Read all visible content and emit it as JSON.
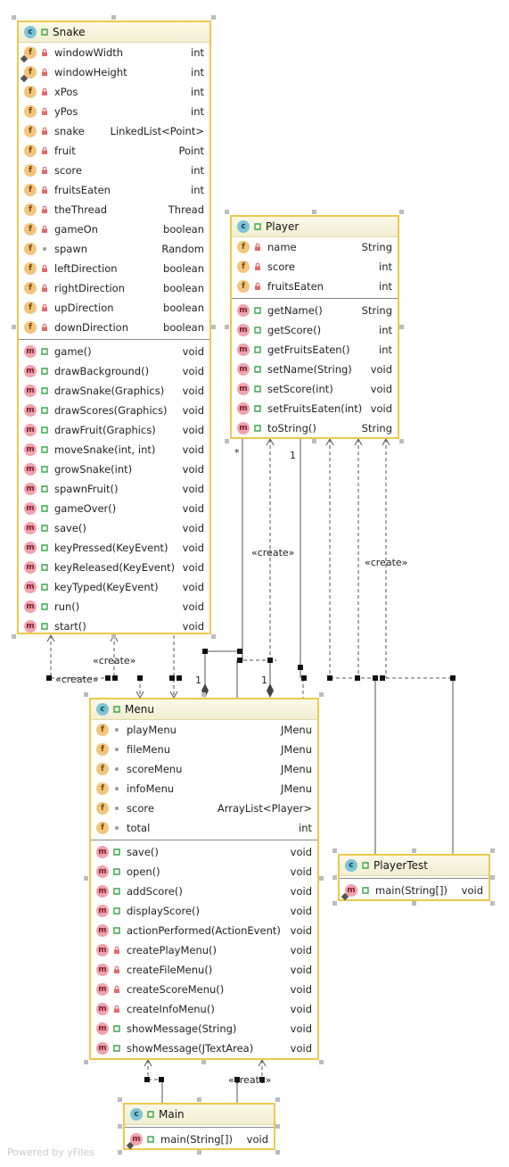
{
  "footer": "Powered by yFiles",
  "stereotype": "«create»",
  "mult": {
    "star": "*",
    "one": "1"
  },
  "snake": {
    "title": "Snake",
    "fields": [
      {
        "name": "windowWidth",
        "type": "int",
        "vis": "lock",
        "static": true
      },
      {
        "name": "windowHeight",
        "type": "int",
        "vis": "lock",
        "static": true
      },
      {
        "name": "xPos",
        "type": "int",
        "vis": "lock"
      },
      {
        "name": "yPos",
        "type": "int",
        "vis": "lock"
      },
      {
        "name": "snake",
        "type": "LinkedList<Point>",
        "vis": "lock"
      },
      {
        "name": "fruit",
        "type": "Point",
        "vis": "lock"
      },
      {
        "name": "score",
        "type": "int",
        "vis": "lock"
      },
      {
        "name": "fruitsEaten",
        "type": "int",
        "vis": "lock"
      },
      {
        "name": "theThread",
        "type": "Thread",
        "vis": "lock"
      },
      {
        "name": "gameOn",
        "type": "boolean",
        "vis": "lock"
      },
      {
        "name": "spawn",
        "type": "Random",
        "vis": "package"
      },
      {
        "name": "leftDirection",
        "type": "boolean",
        "vis": "lock"
      },
      {
        "name": "rightDirection",
        "type": "boolean",
        "vis": "lock"
      },
      {
        "name": "upDirection",
        "type": "boolean",
        "vis": "lock"
      },
      {
        "name": "downDirection",
        "type": "boolean",
        "vis": "lock"
      }
    ],
    "methods": [
      {
        "name": "game()",
        "type": "void",
        "vis": "public"
      },
      {
        "name": "drawBackground()",
        "type": "void",
        "vis": "public"
      },
      {
        "name": "drawSnake(Graphics)",
        "type": "void",
        "vis": "public"
      },
      {
        "name": "drawScores(Graphics)",
        "type": "void",
        "vis": "public"
      },
      {
        "name": "drawFruit(Graphics)",
        "type": "void",
        "vis": "public"
      },
      {
        "name": "moveSnake(int, int)",
        "type": "void",
        "vis": "public"
      },
      {
        "name": "growSnake(int)",
        "type": "void",
        "vis": "public"
      },
      {
        "name": "spawnFruit()",
        "type": "void",
        "vis": "public"
      },
      {
        "name": "gameOver()",
        "type": "void",
        "vis": "public"
      },
      {
        "name": "save()",
        "type": "void",
        "vis": "public"
      },
      {
        "name": "keyPressed(KeyEvent)",
        "type": "void",
        "vis": "public"
      },
      {
        "name": "keyReleased(KeyEvent)",
        "type": "void",
        "vis": "public"
      },
      {
        "name": "keyTyped(KeyEvent)",
        "type": "void",
        "vis": "public"
      },
      {
        "name": "run()",
        "type": "void",
        "vis": "public"
      },
      {
        "name": "start()",
        "type": "void",
        "vis": "public"
      }
    ]
  },
  "player": {
    "title": "Player",
    "fields": [
      {
        "name": "name",
        "type": "String",
        "vis": "lock"
      },
      {
        "name": "score",
        "type": "int",
        "vis": "lock"
      },
      {
        "name": "fruitsEaten",
        "type": "int",
        "vis": "lock"
      }
    ],
    "methods": [
      {
        "name": "getName()",
        "type": "String",
        "vis": "public"
      },
      {
        "name": "getScore()",
        "type": "int",
        "vis": "public"
      },
      {
        "name": "getFruitsEaten()",
        "type": "int",
        "vis": "public"
      },
      {
        "name": "setName(String)",
        "type": "void",
        "vis": "public"
      },
      {
        "name": "setScore(int)",
        "type": "void",
        "vis": "public"
      },
      {
        "name": "setFruitsEaten(int)",
        "type": "void",
        "vis": "public"
      },
      {
        "name": "toString()",
        "type": "String",
        "vis": "public"
      }
    ]
  },
  "menu": {
    "title": "Menu",
    "fields": [
      {
        "name": "playMenu",
        "type": "JMenu",
        "vis": "package"
      },
      {
        "name": "fileMenu",
        "type": "JMenu",
        "vis": "package"
      },
      {
        "name": "scoreMenu",
        "type": "JMenu",
        "vis": "package"
      },
      {
        "name": "infoMenu",
        "type": "JMenu",
        "vis": "package"
      },
      {
        "name": "score",
        "type": "ArrayList<Player>",
        "vis": "package"
      },
      {
        "name": "total",
        "type": "int",
        "vis": "package"
      }
    ],
    "methods": [
      {
        "name": "save()",
        "type": "void",
        "vis": "public"
      },
      {
        "name": "open()",
        "type": "void",
        "vis": "public"
      },
      {
        "name": "addScore()",
        "type": "void",
        "vis": "public"
      },
      {
        "name": "displayScore()",
        "type": "void",
        "vis": "public"
      },
      {
        "name": "actionPerformed(ActionEvent)",
        "type": "void",
        "vis": "public"
      },
      {
        "name": "createPlayMenu()",
        "type": "void",
        "vis": "lock"
      },
      {
        "name": "createFileMenu()",
        "type": "void",
        "vis": "lock"
      },
      {
        "name": "createScoreMenu()",
        "type": "void",
        "vis": "lock"
      },
      {
        "name": "createInfoMenu()",
        "type": "void",
        "vis": "lock"
      },
      {
        "name": "showMessage(String)",
        "type": "void",
        "vis": "public"
      },
      {
        "name": "showMessage(JTextArea)",
        "type": "void",
        "vis": "public"
      }
    ]
  },
  "playertest": {
    "title": "PlayerTest",
    "methods": [
      {
        "name": "main(String[])",
        "type": "void",
        "vis": "public",
        "static": true
      }
    ]
  },
  "main": {
    "title": "Main",
    "methods": [
      {
        "name": "main(String[])",
        "type": "void",
        "vis": "public",
        "static": true
      }
    ]
  }
}
